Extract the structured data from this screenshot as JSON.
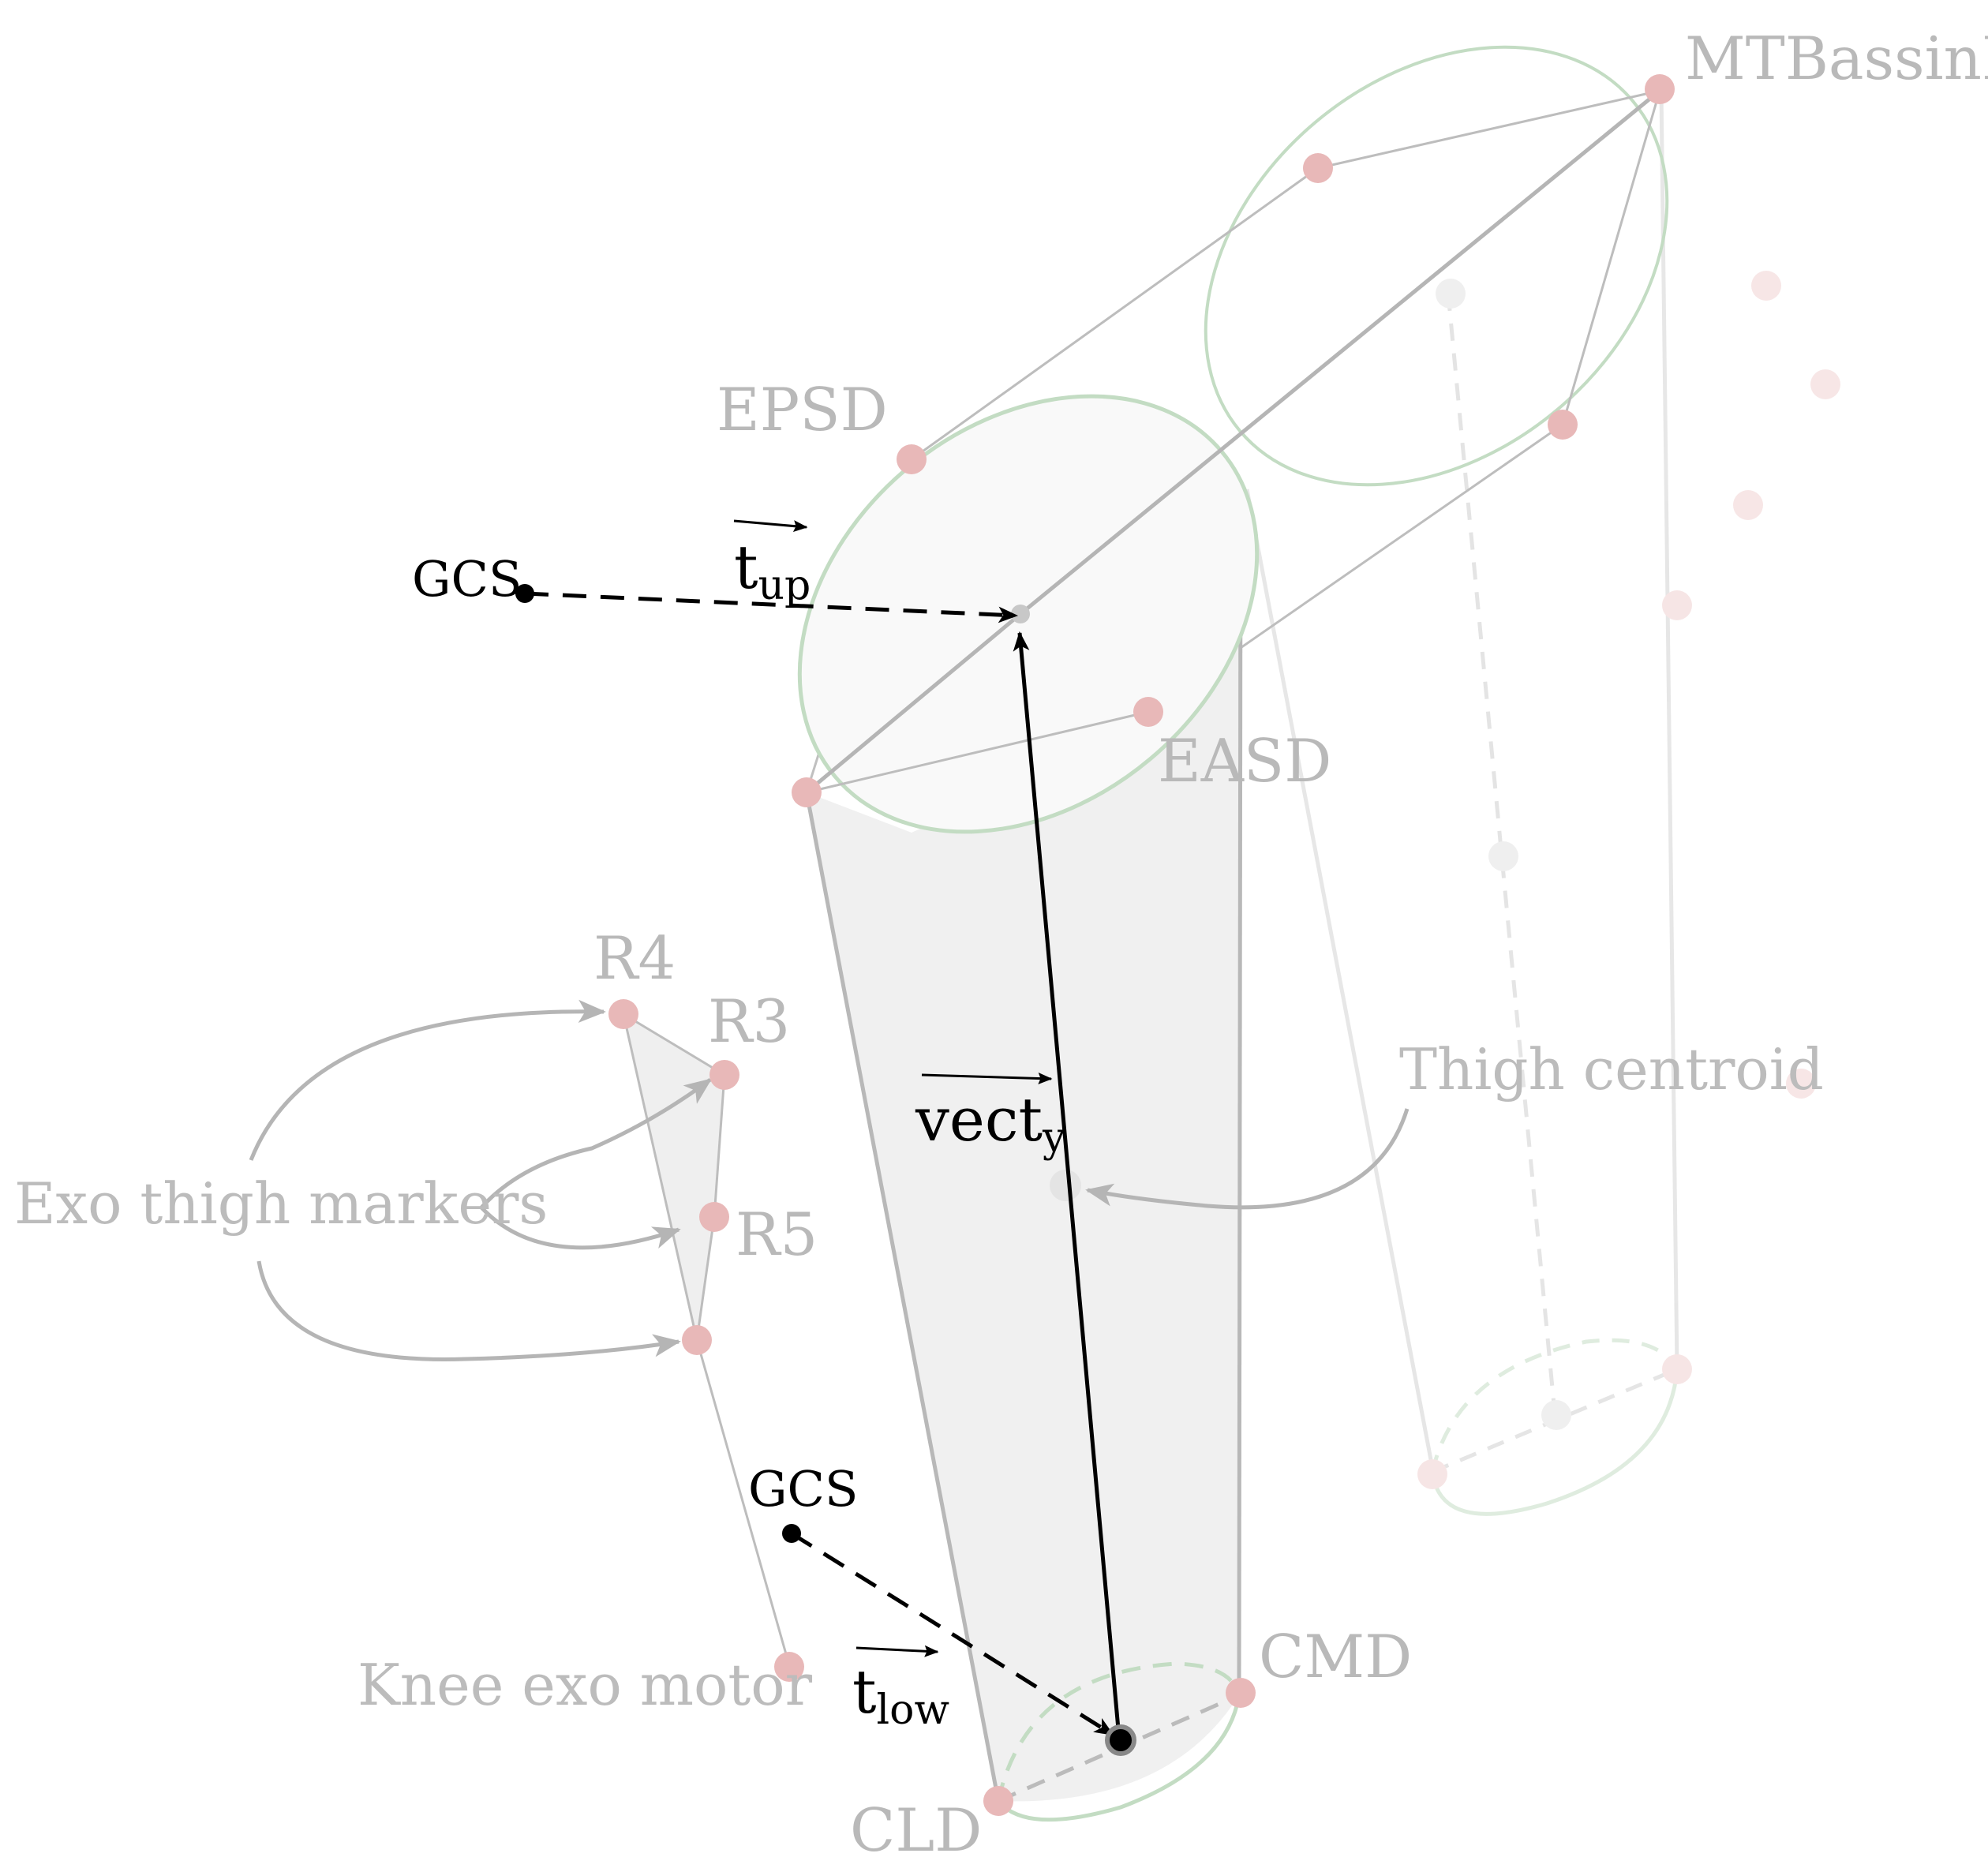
{
  "labels": {
    "mtbassinl": "MTBassinL",
    "epsd": "EPSD",
    "easd": "EASD",
    "gcs_upper": "GCS",
    "gcs_lower": "GCS",
    "r4": "R4",
    "r3": "R3",
    "r5": "R5",
    "exo_thigh_markers": "Exo thigh markers",
    "thigh_centroid": "Thigh centroid",
    "knee_exo_motor": "Knee exo motor",
    "cmd": "CMD",
    "cld": "CLD"
  },
  "vectors": {
    "t_up": {
      "base": "t",
      "subscript": "up"
    },
    "t_low": {
      "base": "t",
      "subscript": "low"
    },
    "vect_y": {
      "base": "vect",
      "subscript": "y"
    }
  },
  "colors": {
    "marker": "#e8b8b8",
    "marker_faded": "#f6e3e3",
    "ellipse": "#c3dcc3",
    "segment_fill": "#f0f0f0",
    "line": "#bdbdbd",
    "label": "#b9b9b9",
    "arrow": "#000000"
  }
}
